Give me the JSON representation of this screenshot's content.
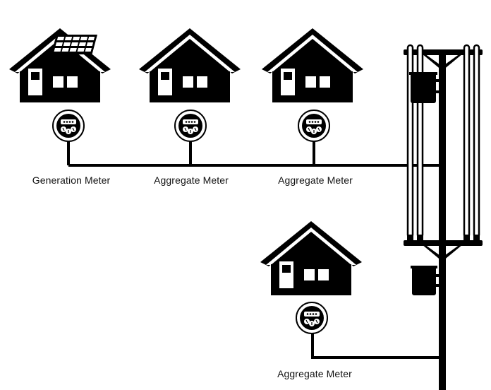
{
  "colors": {
    "ink": "#000000",
    "paper": "#ffffff"
  },
  "icons": {
    "house": "house-icon",
    "solar_panel": "solar-panel-icon",
    "meter": "electric-meter-icon",
    "pole": "utility-pole-icon",
    "transformer": "transformer-icon"
  },
  "labels": {
    "meter_1": "Generation Meter",
    "meter_2": "Aggregate Meter",
    "meter_3": "Aggregate Meter",
    "meter_4": "Aggregate Meter"
  }
}
